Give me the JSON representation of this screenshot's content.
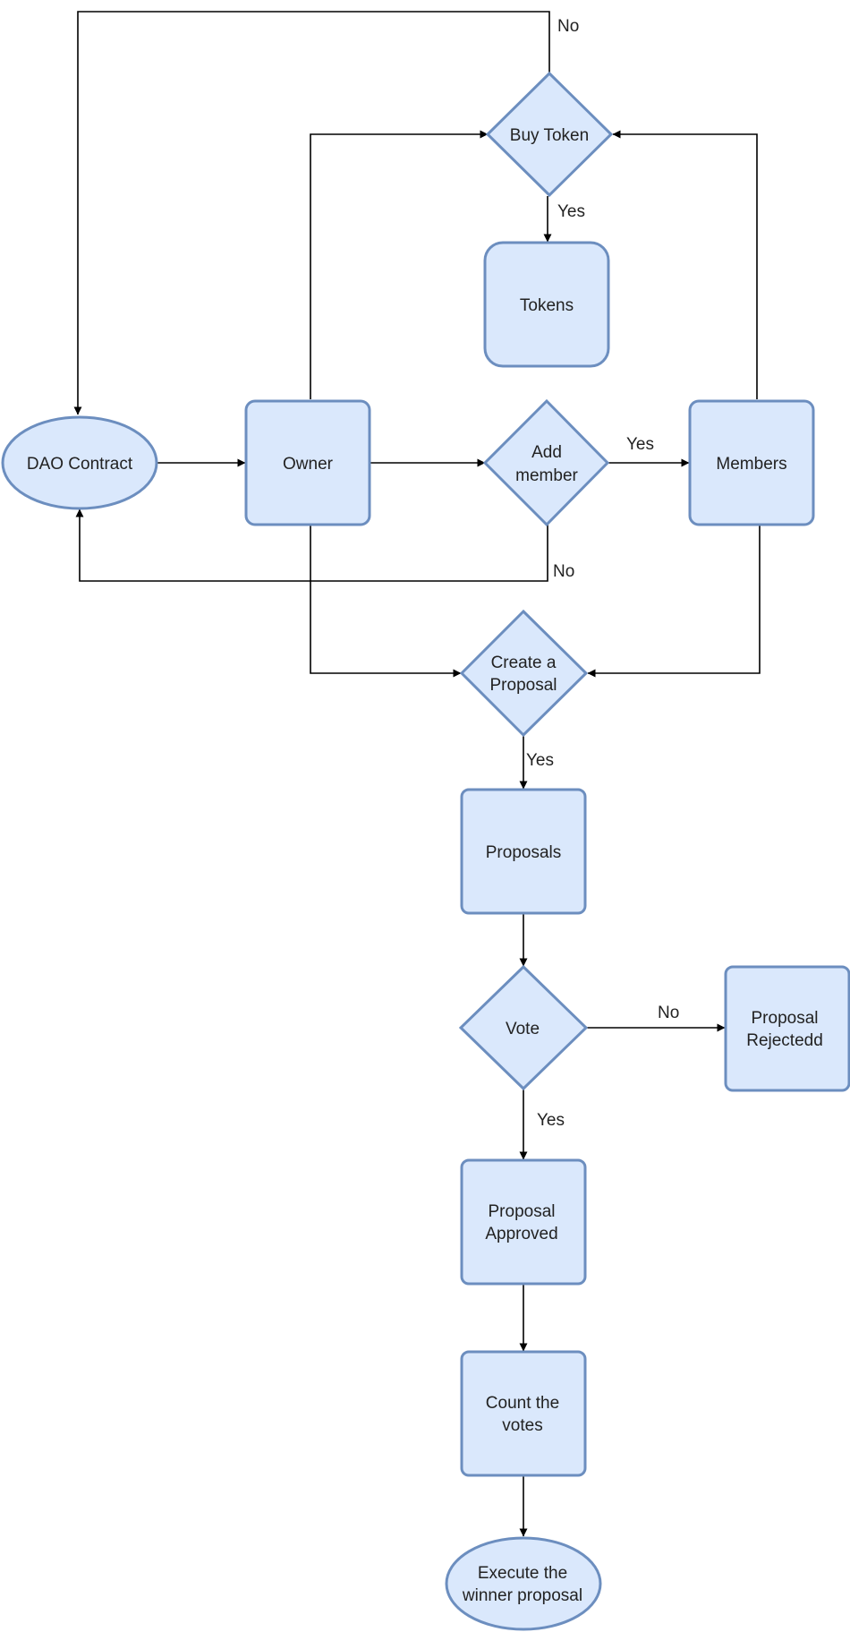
{
  "colors": {
    "node_fill": "#dae8fc",
    "node_stroke": "#6c8ebf",
    "edge": "#000000",
    "text": "#222222"
  },
  "nodes": {
    "dao_contract": {
      "label": "DAO Contract"
    },
    "owner": {
      "label": "Owner"
    },
    "buy_token": {
      "label": "Buy Token"
    },
    "tokens": {
      "label": "Tokens"
    },
    "add_member": {
      "line1": "Add",
      "line2": "member"
    },
    "members": {
      "label": "Members"
    },
    "create_proposal": {
      "line1": "Create a",
      "line2": "Proposal"
    },
    "proposals": {
      "label": "Proposals"
    },
    "vote": {
      "label": "Vote"
    },
    "proposal_rejected": {
      "line1": "Proposal",
      "line2": "Rejectedd"
    },
    "proposal_approved": {
      "line1": "Proposal",
      "line2": "Approved"
    },
    "count_votes": {
      "line1": "Count the",
      "line2": "votes"
    },
    "execute_winner": {
      "line1": "Execute the",
      "line2": "winner proposal"
    }
  },
  "edge_labels": {
    "buy_token_no": "No",
    "buy_token_yes": "Yes",
    "add_member_yes": "Yes",
    "add_member_no": "No",
    "create_proposal_yes": "Yes",
    "vote_no": "No",
    "vote_yes": "Yes"
  }
}
